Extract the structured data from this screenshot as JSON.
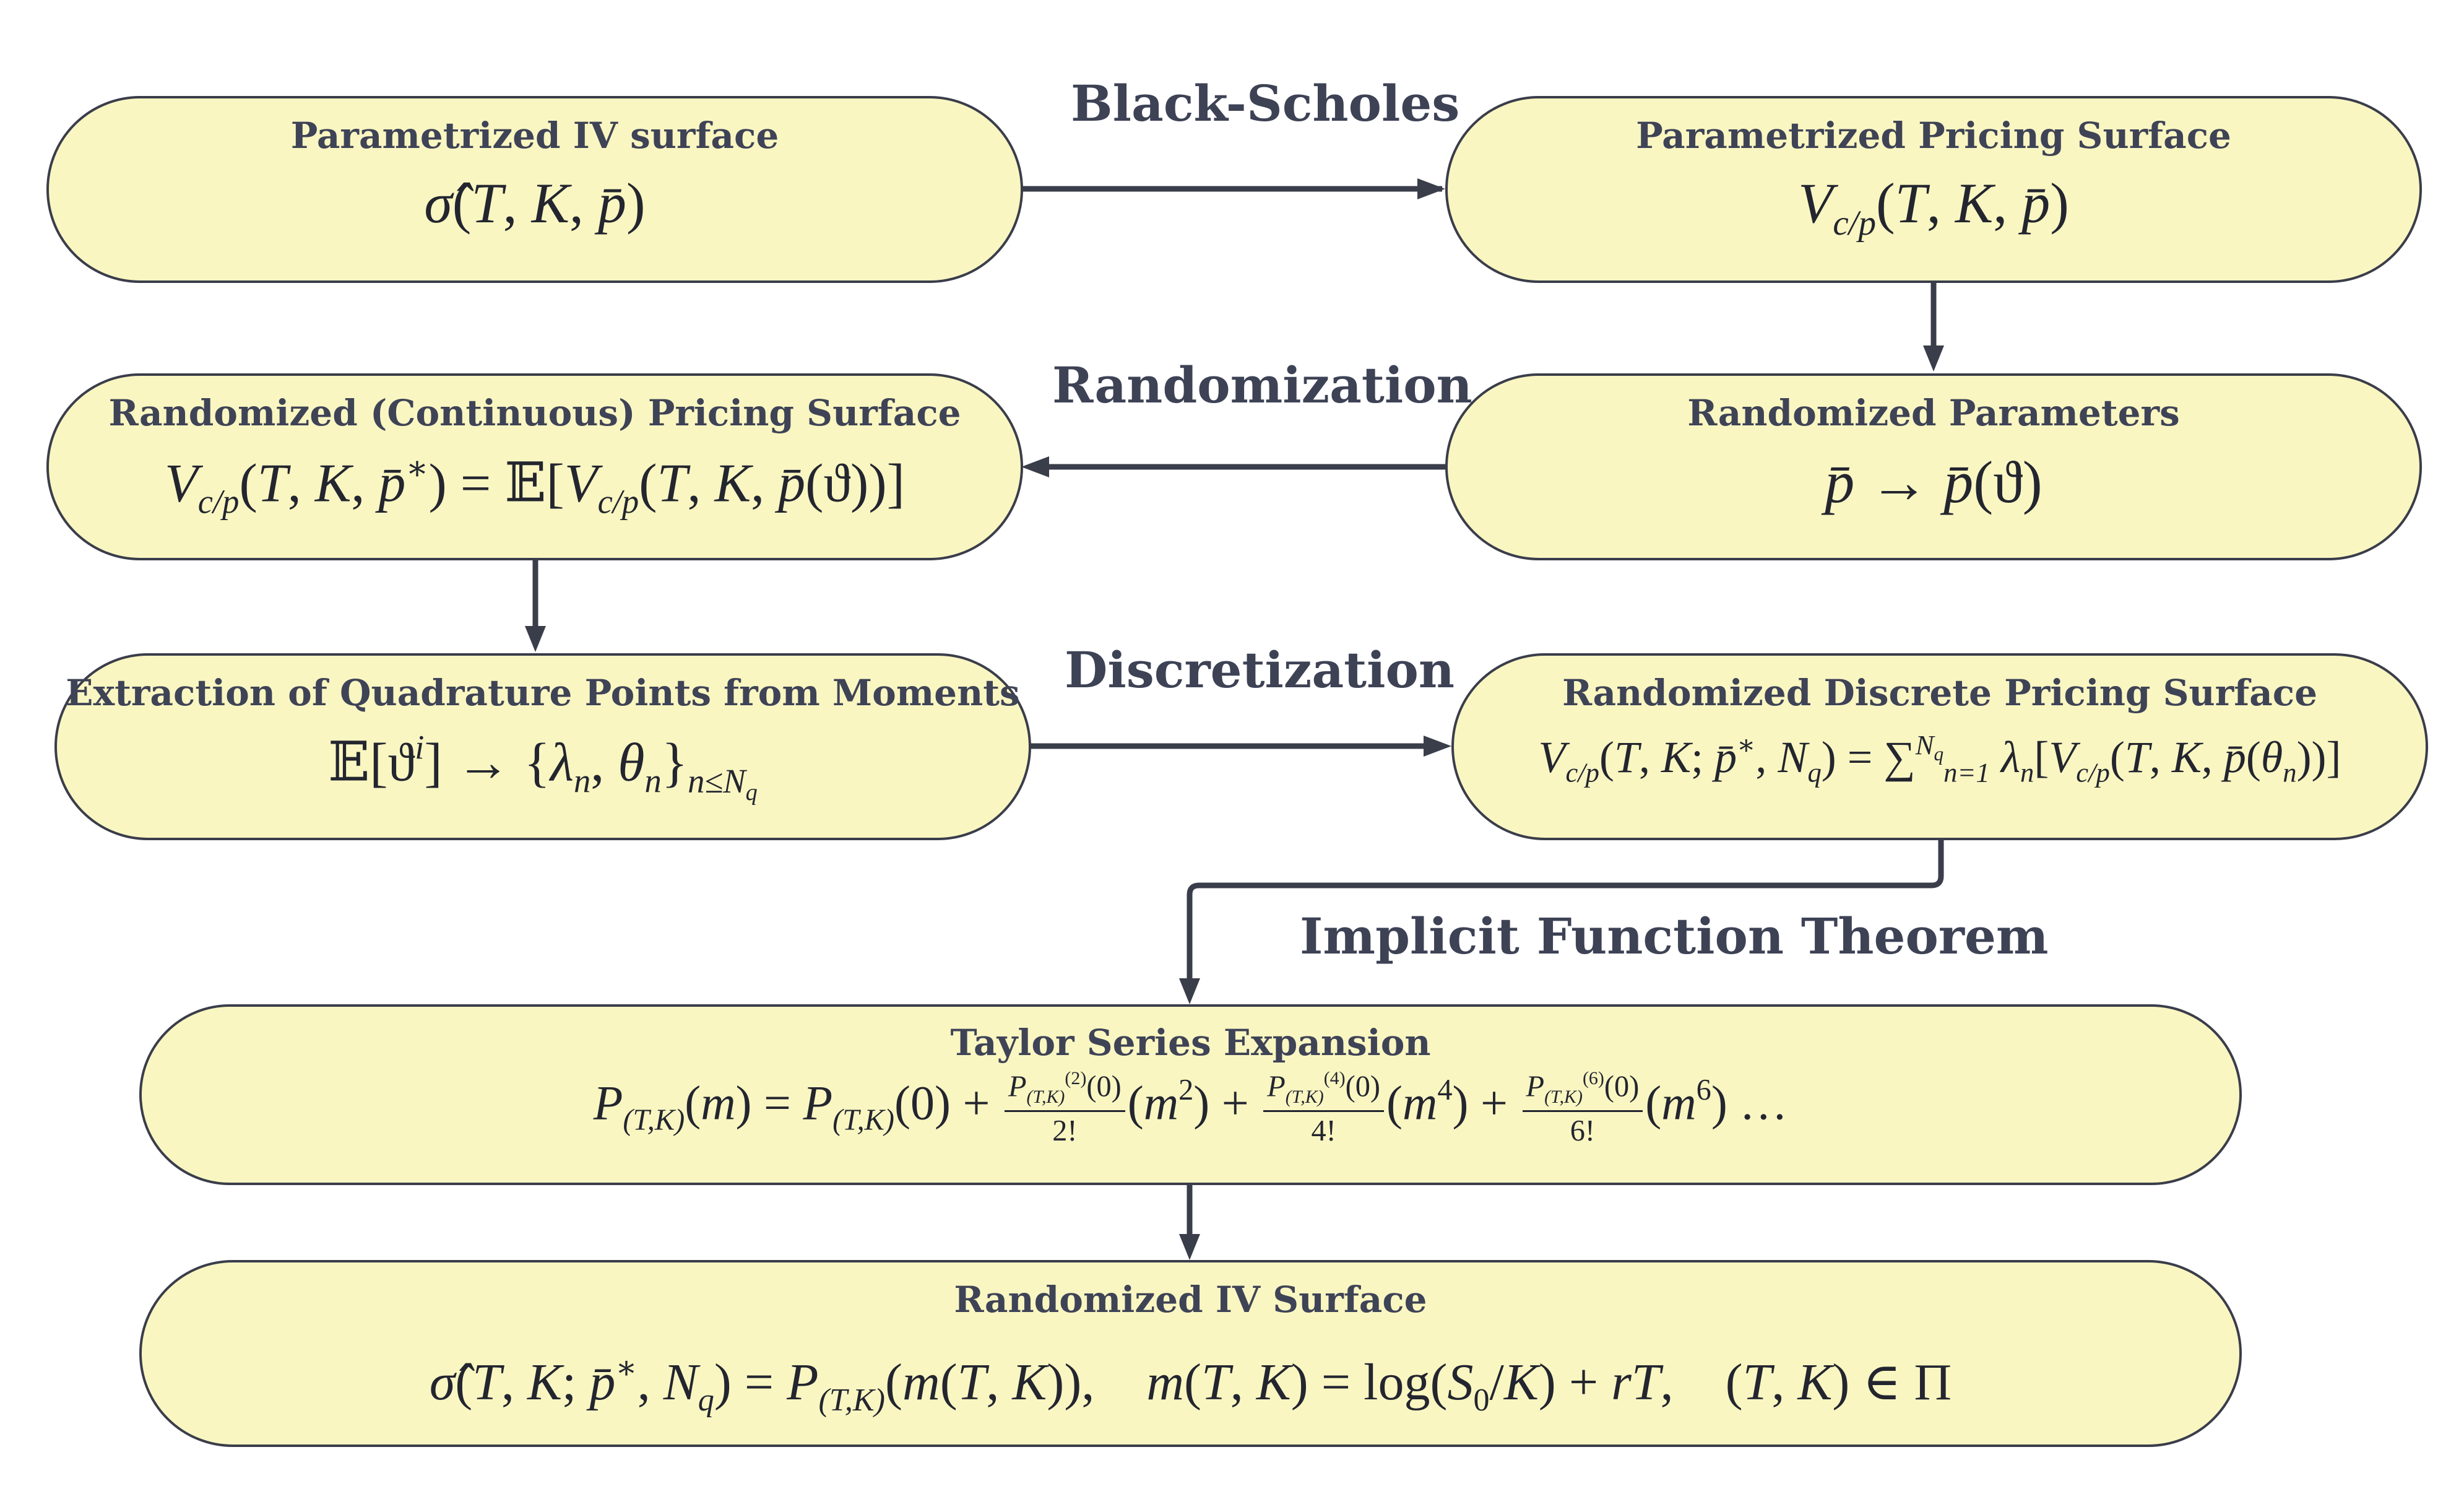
{
  "nodes": {
    "iv_surface": {
      "title": "Parametrized IV surface"
    },
    "pricing_surface": {
      "title": "Parametrized Pricing Surface"
    },
    "randomized_params": {
      "title": "Randomized Parameters"
    },
    "randomized_cont": {
      "title": "Randomized (Continuous) Pricing Surface"
    },
    "quadrature": {
      "title": "Extraction of Quadrature Points from Moments"
    },
    "discrete": {
      "title": "Randomized Discrete Pricing Surface"
    },
    "taylor": {
      "title": "Taylor Series Expansion"
    },
    "randomized_iv": {
      "title": "Randomized IV Surface"
    }
  },
  "edge_labels": {
    "black_scholes": "Black-Scholes",
    "randomization": "Randomization",
    "discretization": "Discretization",
    "ift": "Implicit Function Theorem"
  },
  "colors": {
    "node_fill": "#f9f6c2",
    "node_border": "#3a3d4a",
    "arrow": "#3a3d4a",
    "label_text": "#3d4255"
  }
}
